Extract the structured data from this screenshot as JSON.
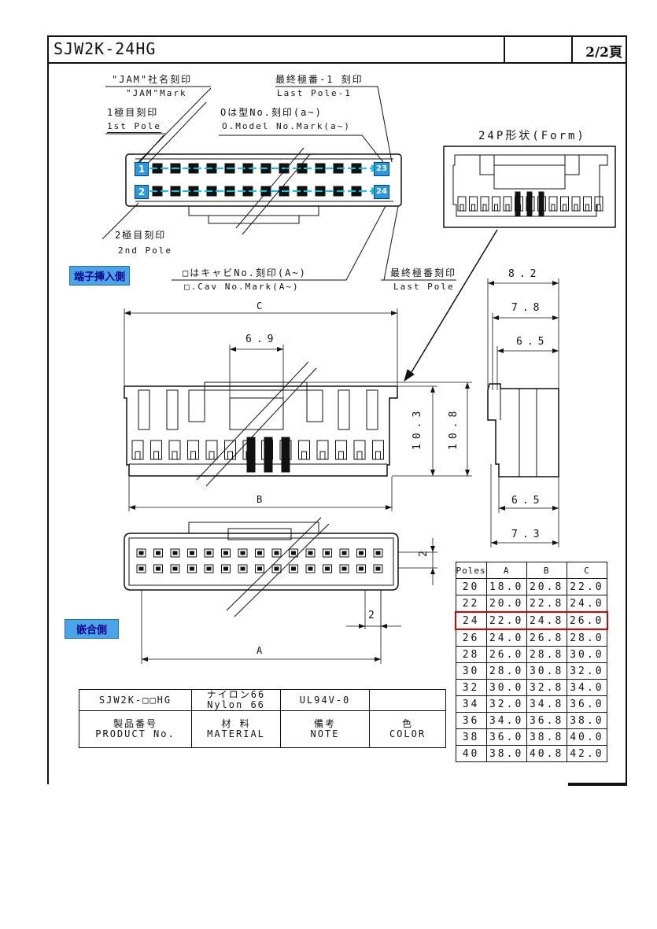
{
  "header": {
    "part_number": "SJW2K-24HG",
    "page": "2/2頁"
  },
  "callouts": {
    "jam_mark_jp": "\"JAM\"社名刻印",
    "jam_mark_en": "\"JAM\"Mark",
    "first_pole_jp": "1極目刻印",
    "first_pole_en": "1st Pole",
    "second_pole_jp": "2極目刻印",
    "second_pole_en": "2nd Pole",
    "last_pole1_jp": "最終極番-1 刻印",
    "last_pole1_en": "Last Pole-1",
    "model_no_jp": "Oは型No.刻印(a~)",
    "model_no_en": "O.Model No.Mark(a~)",
    "cav_no_jp": "□はキャビNo.刻印(A~)",
    "cav_no_en": "□.Cav No.Mark(A~)",
    "last_pole_jp": "最終極番刻印",
    "last_pole_en": "Last Pole"
  },
  "side_labels": {
    "insertion_side": "端子挿入側",
    "mating_side": "嵌合側"
  },
  "form_label": "24P形状(Form)",
  "pole_tabs": {
    "p1": "1",
    "p2": "2",
    "p23": "23",
    "p24": "24"
  },
  "dimensions": {
    "c": "C",
    "b": "B",
    "a": "A",
    "d69": "6.9",
    "d103": "10.3",
    "d108": "10.8",
    "d82": "8.2",
    "d78": "7.8",
    "d65a": "6.5",
    "d65b": "6.5",
    "d73": "7.3",
    "d2v": "2",
    "d2h": "2"
  },
  "pole_table": {
    "headers": [
      "Poles",
      "A",
      "B",
      "C"
    ],
    "highlight_row": 2,
    "rows": [
      [
        "20",
        "18.0",
        "20.8",
        "22.0"
      ],
      [
        "22",
        "20.0",
        "22.8",
        "24.0"
      ],
      [
        "24",
        "22.0",
        "24.8",
        "26.0"
      ],
      [
        "26",
        "24.0",
        "26.8",
        "28.0"
      ],
      [
        "28",
        "26.0",
        "28.8",
        "30.0"
      ],
      [
        "30",
        "28.0",
        "30.8",
        "32.0"
      ],
      [
        "32",
        "30.0",
        "32.8",
        "34.0"
      ],
      [
        "34",
        "32.0",
        "34.8",
        "36.0"
      ],
      [
        "36",
        "34.0",
        "36.8",
        "38.0"
      ],
      [
        "38",
        "36.0",
        "38.8",
        "40.0"
      ],
      [
        "40",
        "38.0",
        "40.8",
        "42.0"
      ]
    ]
  },
  "spec_table": {
    "product_value": "SJW2K-□□HG",
    "material_value_jp": "ナイロン66",
    "material_value_en": "Nylon 66",
    "note_value": "UL94V-0",
    "color_value": "",
    "product_label_jp": "製品番号",
    "product_label_en": "PRODUCT No.",
    "material_label_jp": "材 料",
    "material_label_en": "MATERIAL",
    "note_label_jp": "備考",
    "note_label_en": "NOTE",
    "color_label_jp": "色",
    "color_label_en": "COLOR"
  },
  "colors": {
    "accent_blue": "#2a9ae0",
    "tag_blue": "#4aa4e8",
    "highlight_red": "#dd0000"
  }
}
